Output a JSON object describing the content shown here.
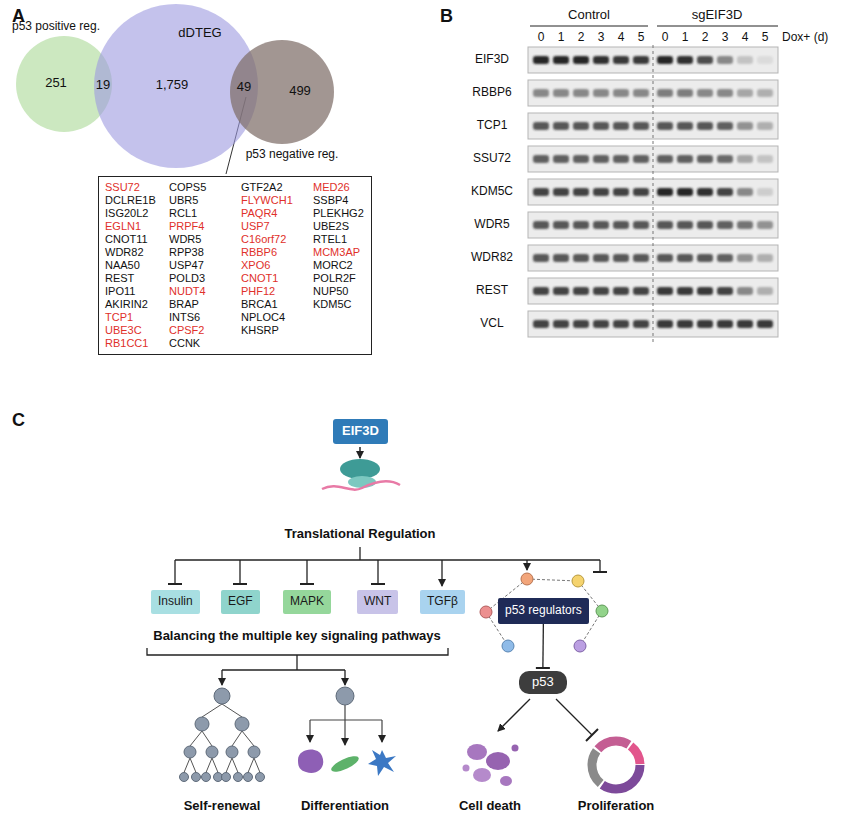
{
  "diagram": {
    "nodes": [
      {
        "text": [
          "p53 positive reg.",
          "251"
        ]
      },
      {
        "text": [
          "dDTEG",
          "1,759"
        ]
      },
      {
        "text": [
          "p53 negative reg.",
          "499"
        ]
      },
      {
        "text": [
          "SSU72",
          "DCLRE1B",
          "ISG20L2",
          "EGLN1",
          "CNOT11",
          "WDR82",
          "NAA50",
          "REST",
          "IPO11",
          "AKIRIN2",
          "TCP1",
          "UBE3C",
          "RB1CC1",
          "COPS5",
          "UBR5",
          "RCL1",
          "PRPF4",
          "WDR5",
          "RPP38",
          "USP47",
          "POLD3",
          "NUDT4",
          "BRAP",
          "INTS6",
          "CPSF2",
          "CCNK",
          "GTF2A2",
          "FLYWCH1",
          "PAQR4",
          "USP7",
          "C16orf72",
          "RBBP6",
          "XPO6",
          "CNOT1",
          "PHF12",
          "BRCA1",
          "NPLOC4",
          "KHSRP",
          "MED26",
          "SSBP4",
          "PLEKHG2",
          "UBE2S",
          "RTEL1",
          "MCM3AP",
          "MORC2",
          "POLR2F",
          "NUP50",
          "KDM5C"
        ]
      },
      {
        "text": [
          "EIF3D"
        ]
      },
      {
        "text": [
          "Insulin"
        ]
      },
      {
        "text": [
          "EGF"
        ]
      },
      {
        "text": [
          "MAPK"
        ]
      },
      {
        "text": [
          "WNT"
        ]
      },
      {
        "text": [
          "TGFβ"
        ]
      },
      {
        "text": [
          "p53 regulators"
        ]
      },
      {
        "text": [
          "p53"
        ]
      }
    ],
    "edges": [
      {
        "from": 10,
        "to": 11,
        "arrow": "to"
      }
    ],
    "labels": [
      "A",
      "19",
      "49",
      "B",
      "Control",
      "sgEIF3D",
      "0",
      "1",
      "2",
      "3",
      "4",
      "5",
      "0",
      "1",
      "2",
      "3",
      "4",
      "5",
      "Dox+ (d)",
      "EIF3D",
      "RBBP6",
      "TCP1",
      "SSU72",
      "KDM5C",
      "WDR5",
      "WDR82",
      "REST",
      "VCL",
      "C",
      "Translational Regulation",
      "Balancing the multiple key signaling pathways",
      "Self-renewal",
      "Differentiation",
      "Cell death",
      "Proliferation"
    ]
  }
}
